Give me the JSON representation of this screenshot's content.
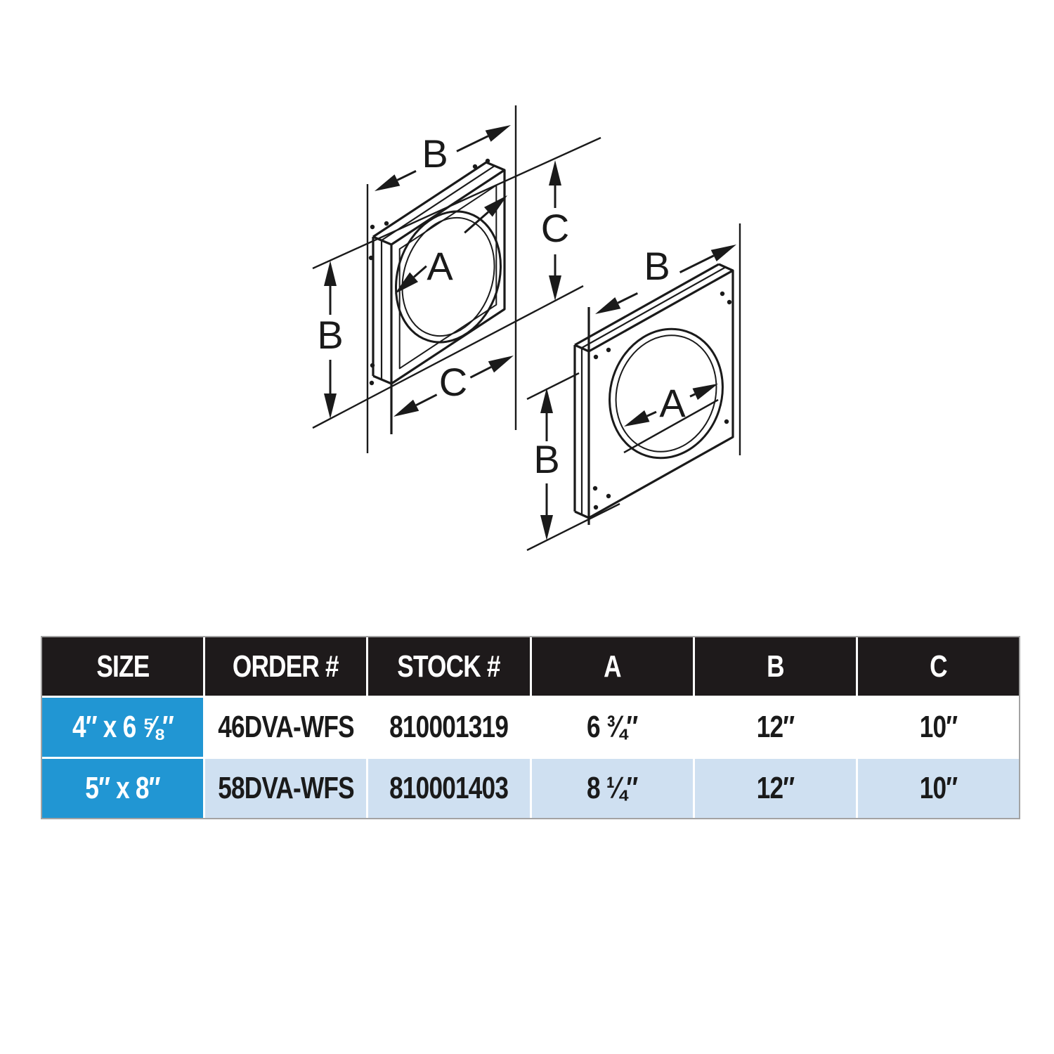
{
  "diagram": {
    "description": "Isometric technical drawing of two square wall firestop plates with round pipe holes and dimension arrows",
    "left_plate": {
      "dim_top": "B",
      "dim_right": "C",
      "dim_center": "A",
      "dim_left": "B",
      "dim_bottom": "C"
    },
    "right_plate": {
      "dim_top": "B",
      "dim_center": "A",
      "dim_left": "B"
    }
  },
  "table": {
    "headers": [
      "SIZE",
      "ORDER #",
      "STOCK #",
      "A",
      "B",
      "C"
    ],
    "rows": [
      {
        "size": "4″ x 6 ⅝″",
        "order": "46DVA-WFS",
        "stock": "810001319",
        "a": "6 ¾″",
        "b": "12″",
        "c": "10″"
      },
      {
        "size": "5″ x 8″",
        "order": "58DVA-WFS",
        "stock": "810001403",
        "a": "8 ¼″",
        "b": "12″",
        "c": "10″"
      }
    ],
    "colors": {
      "header_bg": "#1e1a1b",
      "header_text": "#ffffff",
      "size_bg": "#2196d3",
      "size_text": "#ffffff",
      "row1_bg": "#ffffff",
      "row2_bg": "#cfe0f1",
      "text": "#1a1a1a",
      "border": "#a3a3a3"
    }
  }
}
